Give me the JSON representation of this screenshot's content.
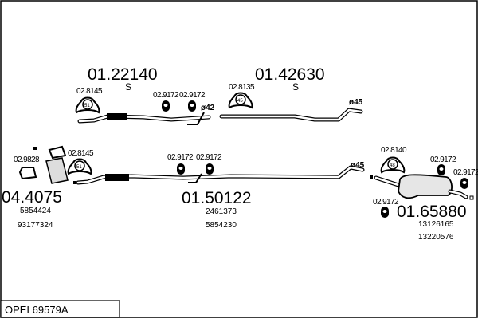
{
  "diagram": {
    "code": "OPEL69579A",
    "parts": {
      "front_pipe": {
        "number": "01.22140",
        "note": "S",
        "diameter": "ø42"
      },
      "middle_pipe_upper": {
        "number": "01.42630",
        "note": "S",
        "diameter": "ø45"
      },
      "catalyst": {
        "number": "04.4075",
        "refs": [
          "5854424",
          "93177324"
        ]
      },
      "middle_pipe_lower": {
        "number": "01.50122",
        "refs": [
          "2461373",
          "5854230"
        ],
        "diameter": "ø45"
      },
      "rear_silencer": {
        "number": "01.65880",
        "refs": [
          "13126165",
          "13220576"
        ]
      }
    },
    "accessories": {
      "clamp_upper_left": {
        "number": "02.8145",
        "size": "51"
      },
      "clamp_upper_mid": {
        "number": "02.8135",
        "size": "45"
      },
      "clamp_lower_left": {
        "number": "02.8145",
        "size": "51"
      },
      "clamp_lower_right": {
        "number": "02.8140",
        "size": "48"
      },
      "gasket": {
        "number": "02.9828"
      },
      "hanger_1": {
        "number": "02.9172"
      },
      "hanger_2": {
        "number": "02.9172"
      },
      "hanger_3": {
        "number": "02.9172"
      },
      "hanger_4": {
        "number": "02.9172"
      },
      "hanger_5": {
        "number": "02.9172"
      },
      "hanger_6": {
        "number": "02.9172"
      },
      "hanger_7": {
        "number": "02.9172"
      }
    }
  }
}
